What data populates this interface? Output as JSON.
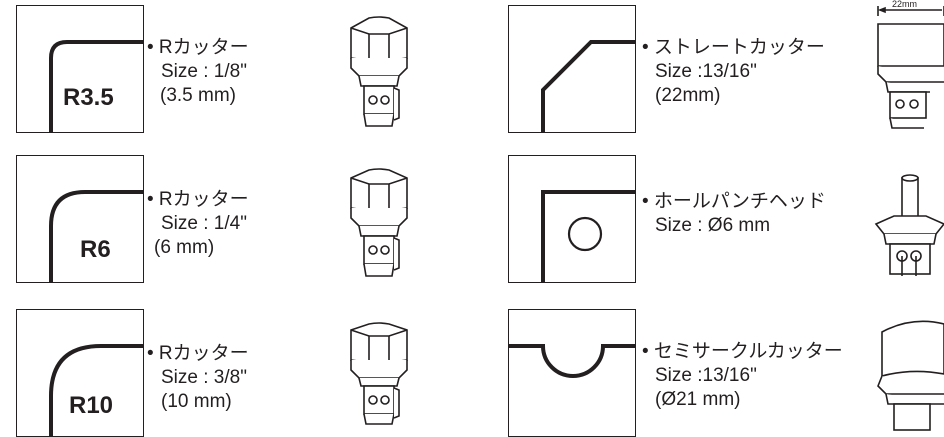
{
  "left_column": [
    {
      "radius_label": "R3.5",
      "name": "• Rカッター",
      "size": "Size : 1/8\"",
      "metric": "(3.5 mm)"
    },
    {
      "radius_label": "R6",
      "name": "• Rカッター",
      "size": "Size : 1/4\"",
      "metric": "(6 mm)"
    },
    {
      "radius_label": "R10",
      "name": "• Rカッター",
      "size": "Size :  3/8\"",
      "metric": "(10 mm)"
    }
  ],
  "right_column": [
    {
      "name": "• ストレートカッター",
      "size": "Size :13/16\"",
      "metric": "(22mm)",
      "dimension": "22mm"
    },
    {
      "name": "• ホールパンチヘッド",
      "size": "Size : Ø6 mm"
    },
    {
      "name": "• セミサークルカッター",
      "size": "Size :13/16\"",
      "metric": "(Ø21 mm)"
    }
  ]
}
